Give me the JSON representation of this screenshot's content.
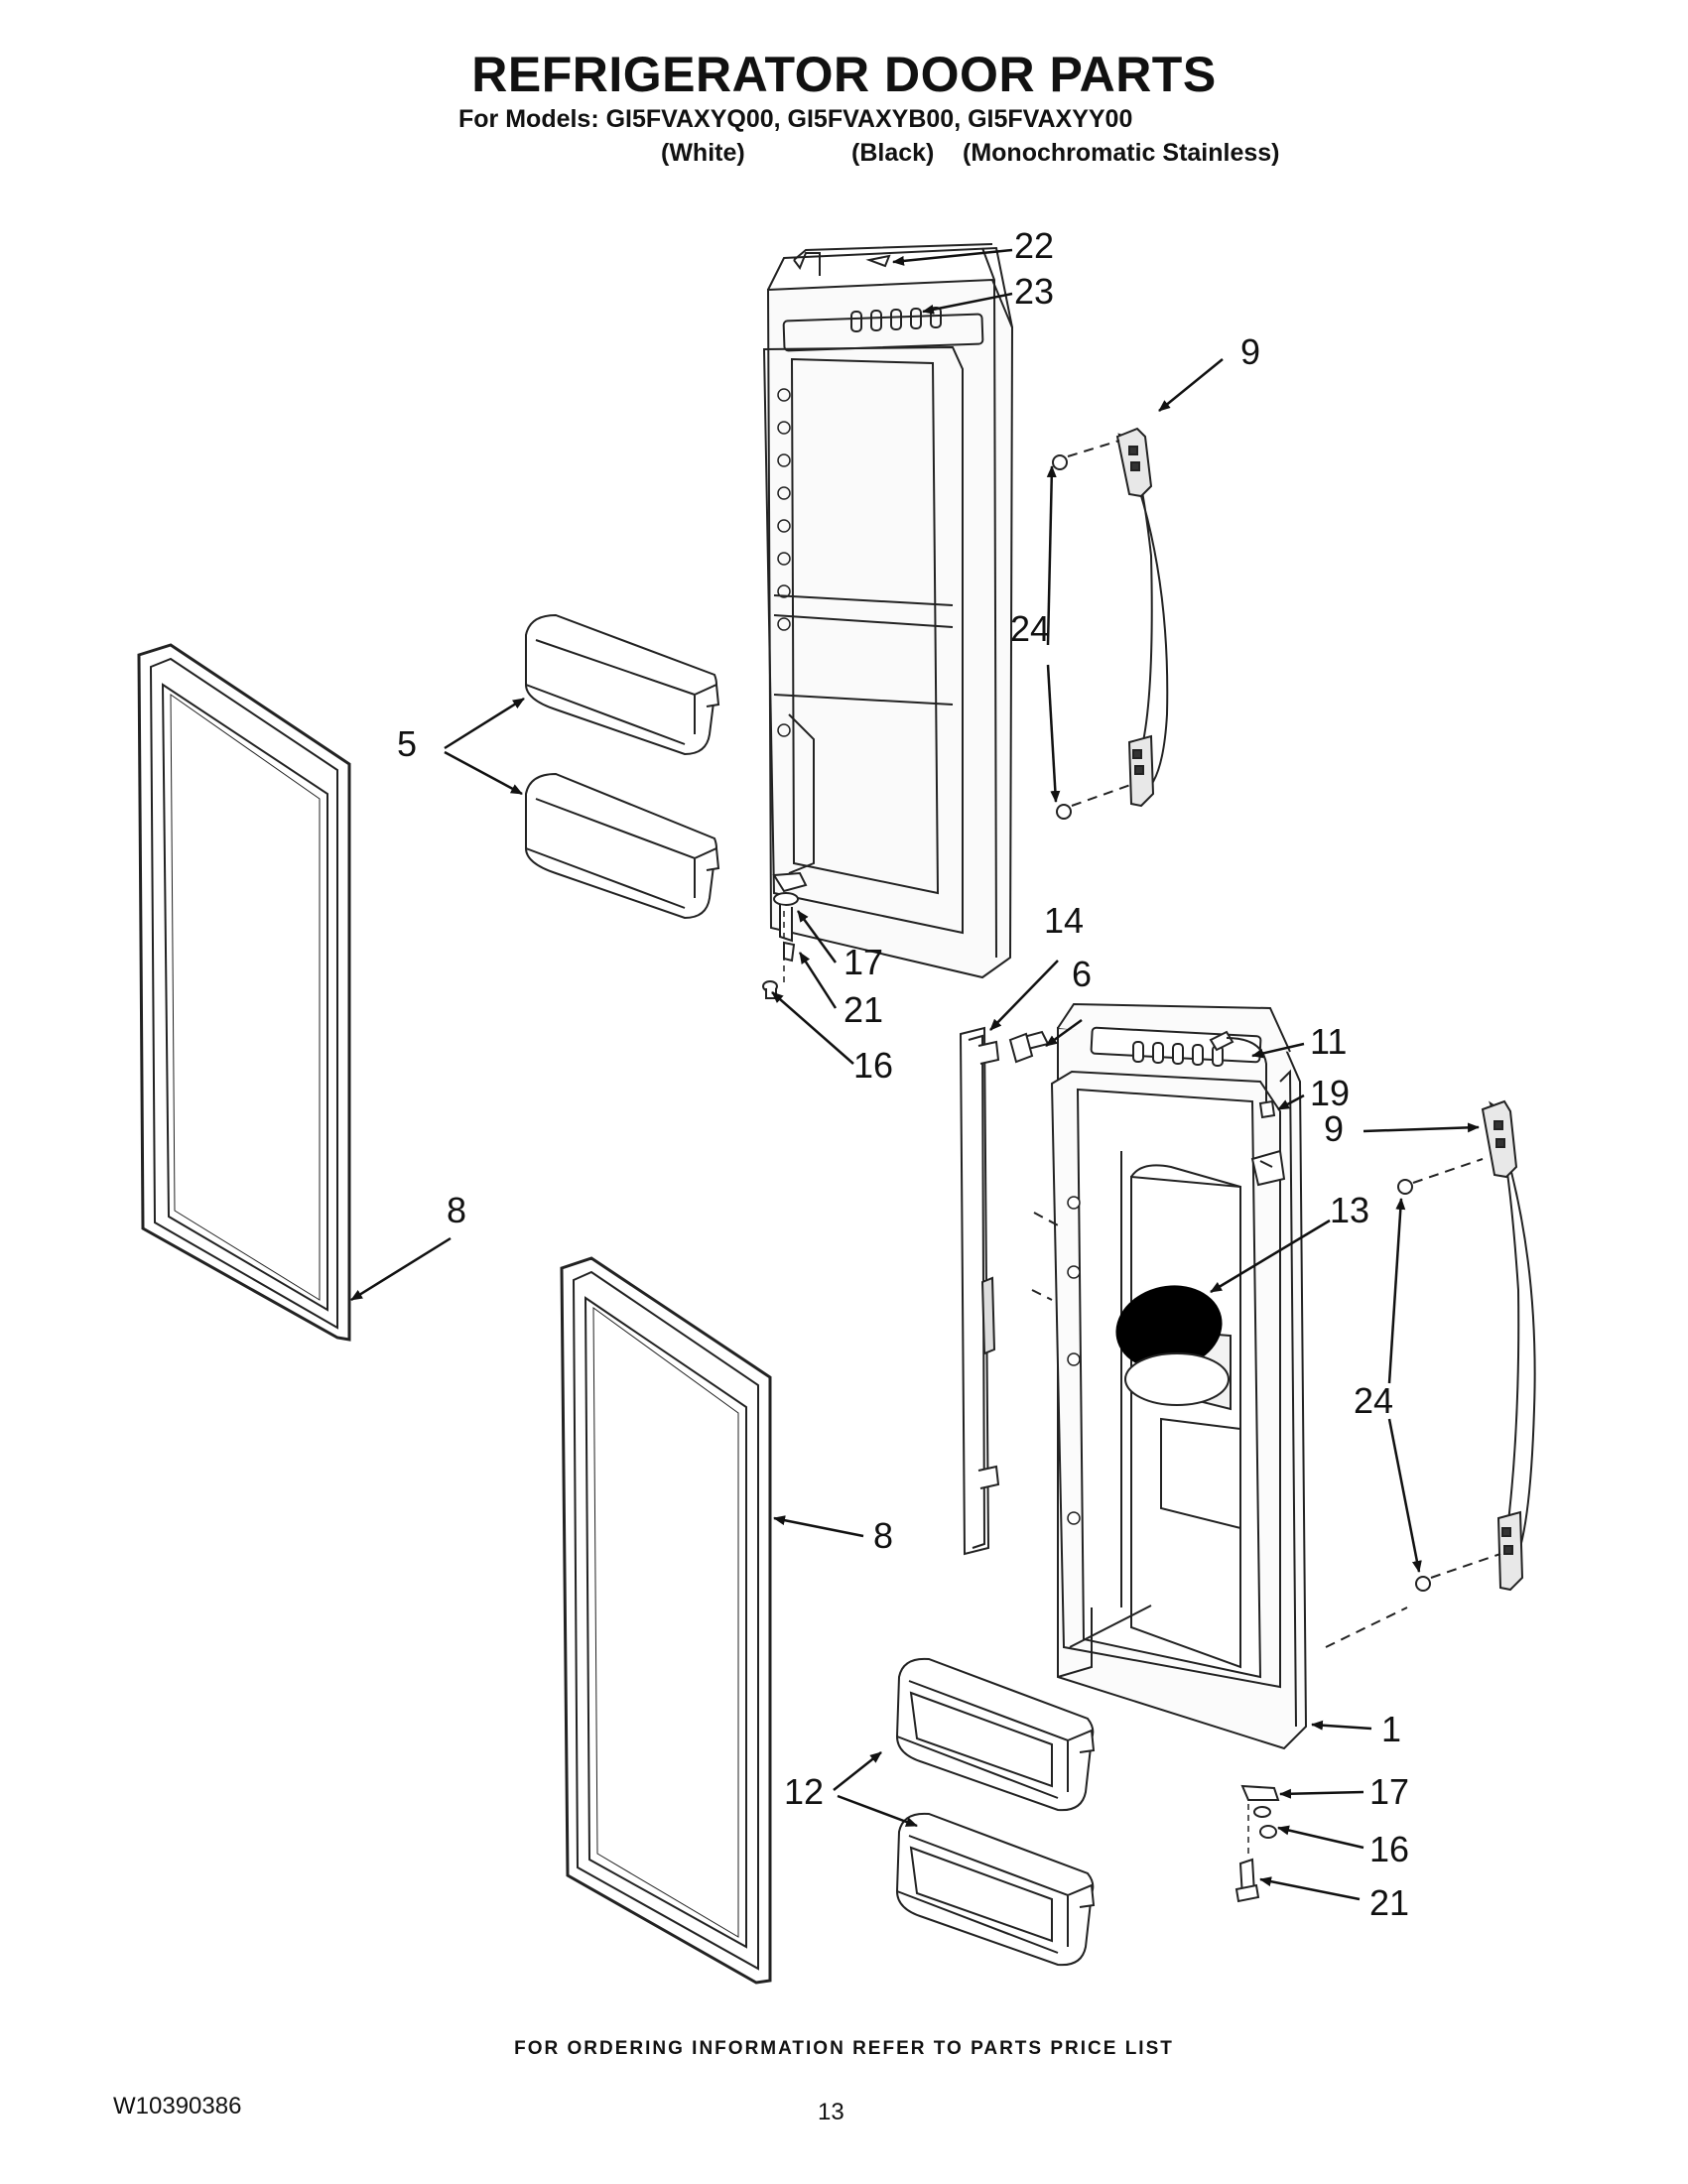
{
  "header": {
    "title": "REFRIGERATOR DOOR PARTS",
    "models_line": "For Models: GI5FVAXYQ00, GI5FVAXYB00, GI5FVAXYY00",
    "variants": [
      "(White)",
      "(Black)",
      "(Monochromatic Stainless)"
    ]
  },
  "callouts": [
    "1",
    "5",
    "6",
    "8",
    "8",
    "9",
    "9",
    "11",
    "12",
    "13",
    "14",
    "16",
    "16",
    "17",
    "17",
    "19",
    "21",
    "21",
    "22",
    "23",
    "24",
    "24"
  ],
  "footer": {
    "ordering_note": "FOR ORDERING INFORMATION REFER TO PARTS PRICE LIST",
    "doc_number": "W10390386",
    "page_number": "13"
  }
}
